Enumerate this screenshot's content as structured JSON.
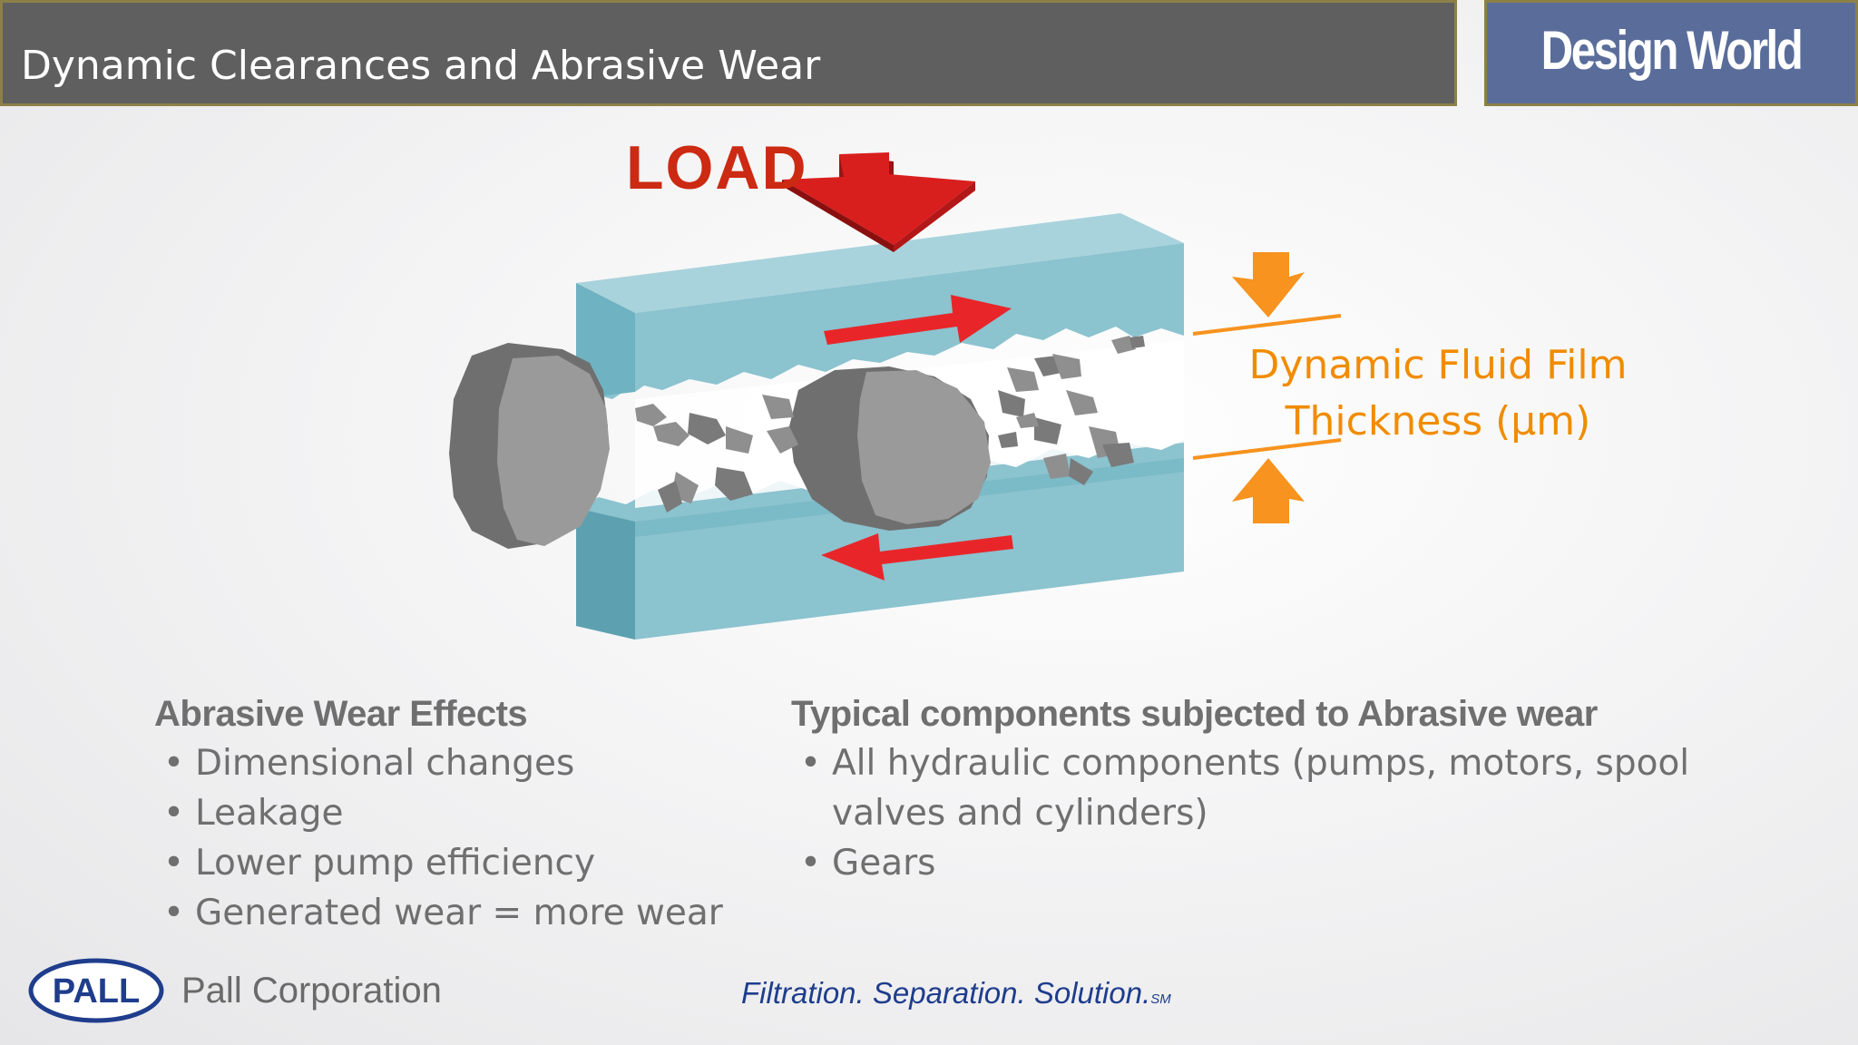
{
  "header": {
    "title": "Dynamic Clearances and Abrasive Wear",
    "brand": "Design World"
  },
  "diagram": {
    "load_label": "LOAD",
    "film_label_line1": "Dynamic Fluid Film",
    "film_label_line2": "Thickness (μm)",
    "colors": {
      "plate": "#8bc3cf",
      "plate_dark": "#5da1b0",
      "load_arrow": "#d91e1e",
      "motion_arrow": "#e8262a",
      "film_arrow": "#f7931e",
      "particle": "#8f8f8f"
    }
  },
  "effects": {
    "heading": "Abrasive Wear Effects",
    "items": [
      "Dimensional changes",
      "Leakage",
      "Lower pump efficiency",
      "Generated wear = more wear"
    ]
  },
  "components": {
    "heading": "Typical components subjected to Abrasive wear",
    "items": [
      "All hydraulic components (pumps, motors, spool valves and cylinders)",
      "Gears"
    ]
  },
  "footer": {
    "logo_text": "PALL",
    "corporation": "Pall Corporation",
    "tagline": "Filtration. Separation. Solution.",
    "tagline_mark": "SM"
  }
}
